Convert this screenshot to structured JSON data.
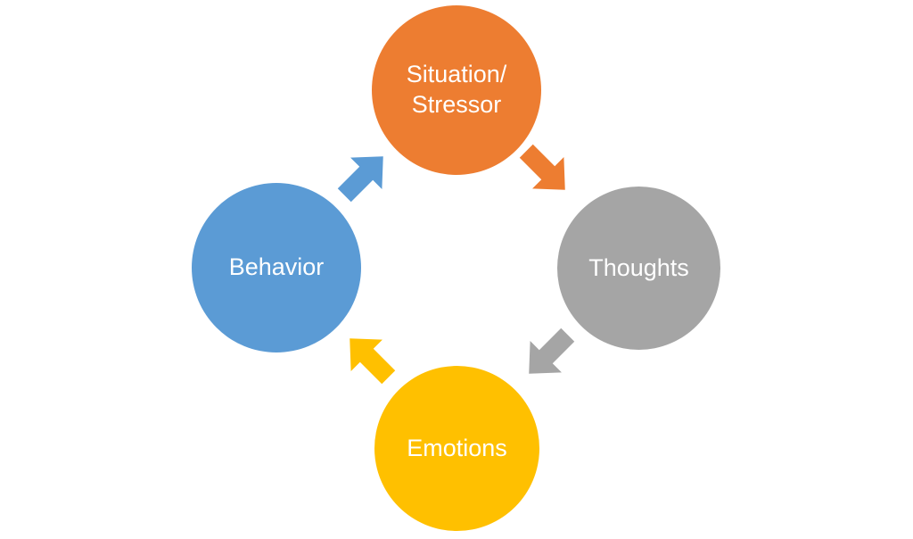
{
  "page": {
    "background_color": "#ffffff"
  },
  "diagram": {
    "type": "cycle",
    "nodes": {
      "situation": {
        "label_line1": "Situation/",
        "label_line2": "Stressor",
        "color": "#ED7D31",
        "text_color": "#FFFFFF"
      },
      "thoughts": {
        "label": "Thoughts",
        "color": "#A5A5A5",
        "text_color": "#FFFFFF"
      },
      "emotions": {
        "label": "Emotions",
        "color": "#FFC000",
        "text_color": "#FFFFFF"
      },
      "behavior": {
        "label": "Behavior",
        "color": "#5B9BD5",
        "text_color": "#FFFFFF"
      }
    },
    "arrows": {
      "situation_to_thoughts": {
        "color": "#ED7D31",
        "direction": "down-right"
      },
      "thoughts_to_emotions": {
        "color": "#A5A5A5",
        "direction": "down-left"
      },
      "emotions_to_behavior": {
        "color": "#FFC000",
        "direction": "up-left"
      },
      "behavior_to_situation": {
        "color": "#5B9BD5",
        "direction": "up-right"
      }
    }
  }
}
